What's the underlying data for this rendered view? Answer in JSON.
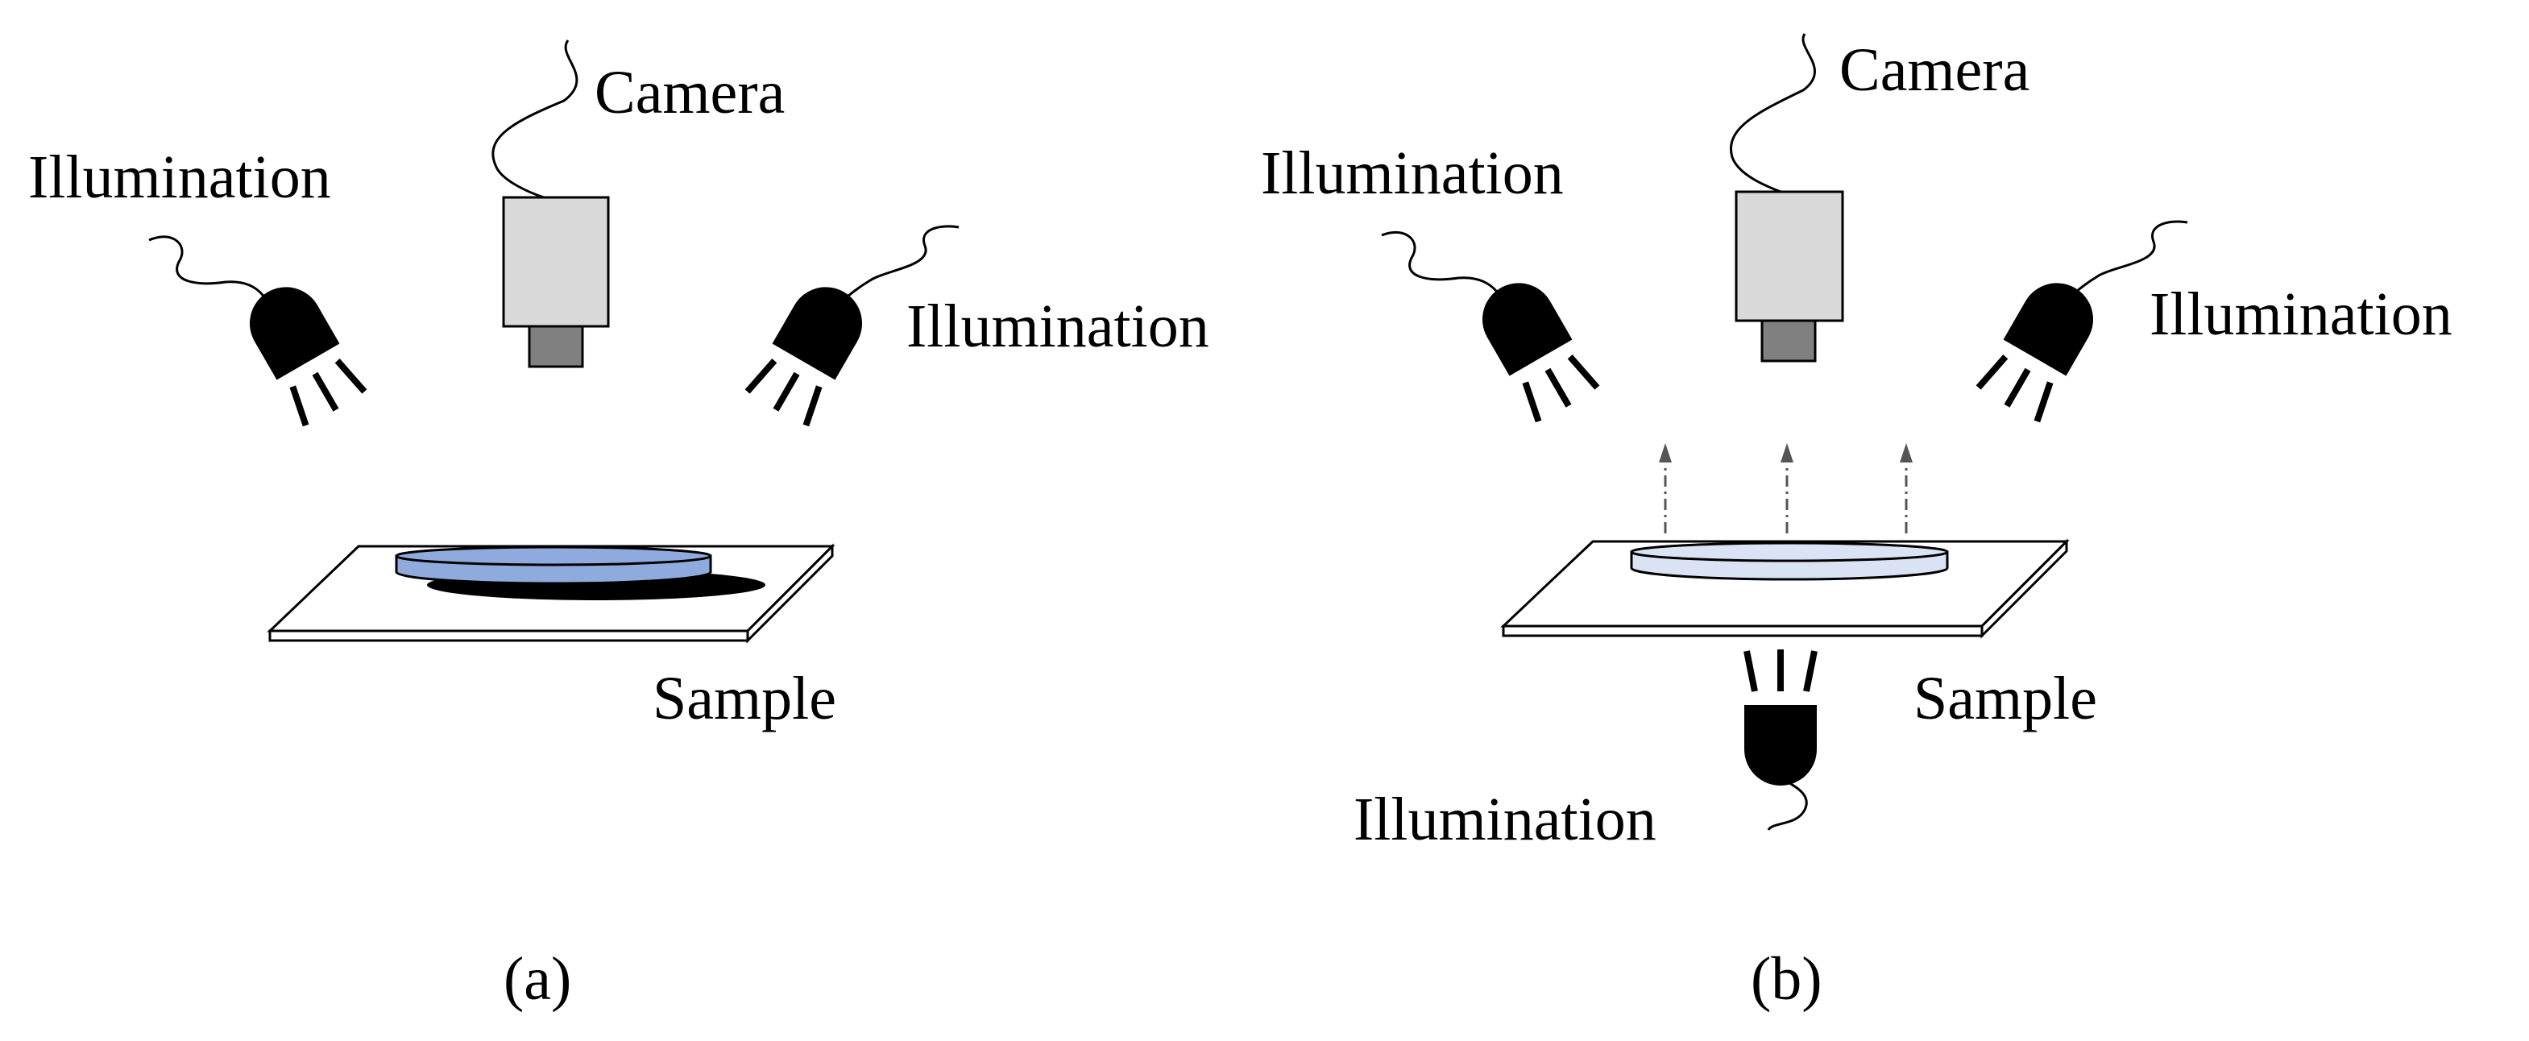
{
  "colors": {
    "background": "#ffffff",
    "ink": "#000000",
    "camera_body": "#d9d9d9",
    "camera_lens": "#808080",
    "sample_disc_a": "#8faadc",
    "sample_disc_b": "#dae3f3",
    "sample_plate": "#ffffff"
  },
  "panel_a": {
    "camera_label": "Camera",
    "illumination_left_label": "Illumination",
    "illumination_right_label": "Illumination",
    "sample_label": "Sample",
    "caption": "(a)"
  },
  "panel_b": {
    "camera_label": "Camera",
    "illumination_left_label": "Illumination",
    "illumination_right_label": "Illumination",
    "illumination_bottom_label": "Illumination",
    "sample_label": "Sample",
    "caption": "(b)"
  }
}
